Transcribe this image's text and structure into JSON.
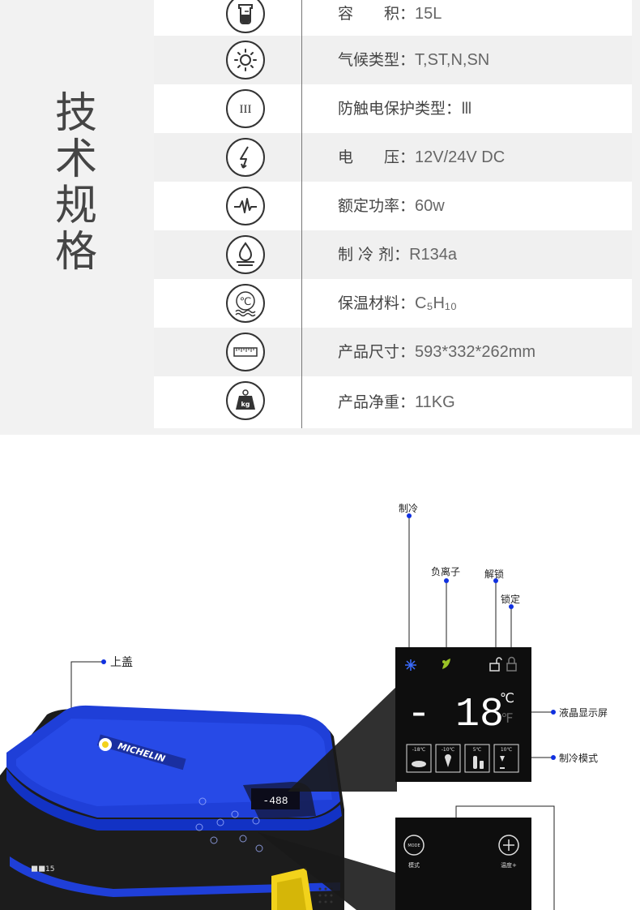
{
  "spec": {
    "title_chars": [
      "技",
      "术",
      "规",
      "格"
    ],
    "rows": [
      {
        "label": "容　　积：",
        "value": "15L",
        "icon": "volume-beaker-icon"
      },
      {
        "label": "气候类型：",
        "value": "T,ST,N,SN",
        "icon": "climate-sun-icon"
      },
      {
        "label": "防触电保护类型：",
        "value": "Ⅲ",
        "icon": "protection-class-icon",
        "icon_text": "III"
      },
      {
        "label": "电　　压：",
        "value": "12V/24V  DC",
        "icon": "lightning-icon"
      },
      {
        "label": "额定功率：",
        "value": "60w",
        "icon": "power-wave-icon"
      },
      {
        "label": "制 冷 剂：",
        "value": "R134a",
        "icon": "refrigerant-drop-icon"
      },
      {
        "label": "保温材料：",
        "value": "C₅H₁₀",
        "icon": "insulation-temp-icon",
        "icon_text": "℃"
      },
      {
        "label": "产品尺寸：",
        "value": "593*332*262mm",
        "icon": "ruler-icon"
      },
      {
        "label": "产品净重：",
        "value": "11KG",
        "icon": "weight-icon",
        "icon_text": "kg"
      }
    ]
  },
  "product": {
    "callouts": {
      "cooling": "制冷",
      "anion": "负离子",
      "unlock": "解锁",
      "lock": "锁定",
      "lid": "上盖",
      "lcd": "液晶显示屏",
      "cooling_mode": "制冷模式"
    },
    "display": {
      "temperature": "- 18",
      "unit_c": "℃",
      "unit_f": "℉",
      "modes": [
        "-18℃",
        "-10℃",
        "5℃",
        "10℃"
      ]
    },
    "brand": "MICHELIN",
    "model_label": "15",
    "mini_display": "-488",
    "buttons": {
      "mode_text": "MODE",
      "mode_label": "模式",
      "temp_label": "温度+"
    }
  },
  "colors": {
    "brand_blue": "#1f3fd8",
    "brand_yellow": "#f2d21b",
    "callout_dot": "#1030e0"
  }
}
